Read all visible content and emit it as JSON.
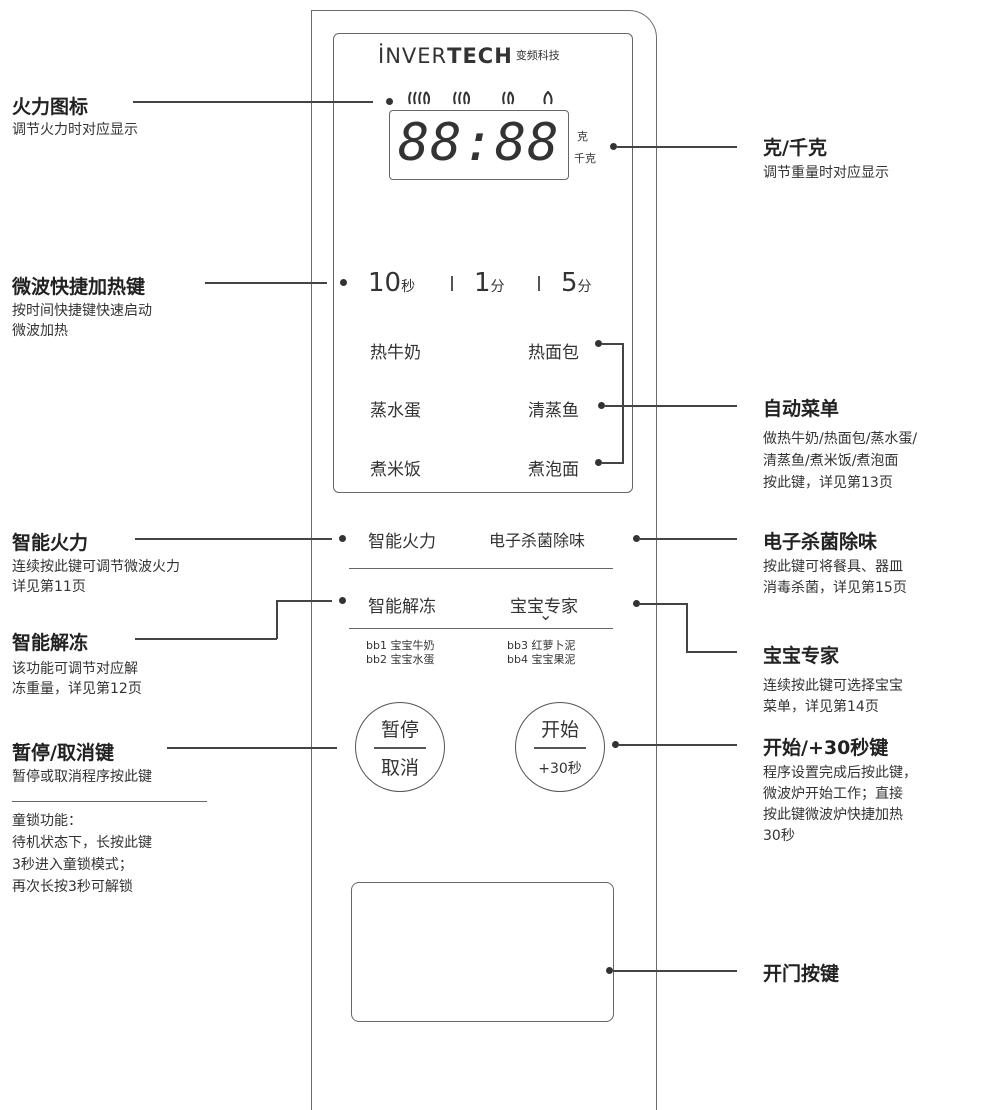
{
  "brand": {
    "prefix": "İNVER",
    "bold": "TECH",
    "cn": "变频科技"
  },
  "flames": [
    "((( ",
    "((",
    "(",
    "("
  ],
  "display": {
    "digits": "88:88",
    "unit_g": "克",
    "unit_kg": "千克"
  },
  "quick": {
    "v1": "10",
    "u1": "秒",
    "v2": "1",
    "u2": "分",
    "v3": "5",
    "u3": "分"
  },
  "menu": {
    "milk": "热牛奶",
    "bread": "热面包",
    "egg": "蒸水蛋",
    "fish": "清蒸鱼",
    "rice": "煮米饭",
    "noodle": "煮泡面"
  },
  "buttons": {
    "smart_power": "智能火力",
    "sterilize": "电子杀菌除味",
    "smart_defrost": "智能解冻",
    "baby": "宝宝专家",
    "baby_chevron": "⌄",
    "pause_top": "暂停",
    "pause_bottom": "取消",
    "start_top": "开始",
    "start_bottom": "+30秒"
  },
  "baby_items": {
    "bb1": "bb1 宝宝牛奶",
    "bb2": "bb2 宝宝水蛋",
    "bb3": "bb3 红萝卜泥",
    "bb4": "bb4 宝宝果泥"
  },
  "labels": {
    "fire_icon": {
      "title": "火力图标",
      "desc": "调节火力时对应显示"
    },
    "gram": {
      "title": "克/千克",
      "desc": "调节重量时对应显示"
    },
    "quick_heat": {
      "title": "微波快捷加热键",
      "desc1": "按时间快捷键快速启动",
      "desc2": "微波加热"
    },
    "auto_menu": {
      "title": "自动菜单",
      "desc1": "做热牛奶/热面包/蒸水蛋/",
      "desc2": "清蒸鱼/煮米饭/煮泡面",
      "desc3": "按此键，详见第13页"
    },
    "smart_power": {
      "title": "智能火力",
      "desc1": "连续按此键可调节微波火力",
      "desc2": "详见第11页"
    },
    "sterilize": {
      "title": "电子杀菌除味",
      "desc1": "按此键可将餐具、器皿",
      "desc2": "消毒杀菌，详见第15页"
    },
    "defrost": {
      "title": "智能解冻",
      "desc1": "该功能可调节对应解",
      "desc2": "冻重量，详见第12页"
    },
    "baby": {
      "title": "宝宝专家",
      "desc1": "连续按此键可选择宝宝",
      "desc2": "菜单，详见第14页"
    },
    "pause": {
      "title": "暂停/取消键",
      "desc": "暂停或取消程序按此键"
    },
    "child_lock": {
      "l1": "童锁功能：",
      "l2": "待机状态下，长按此键",
      "l3": "3秒进入童锁模式；",
      "l4": "再次长按3秒可解锁"
    },
    "start": {
      "title": "开始/+30秒键",
      "desc1": "程序设置完成后按此键，",
      "desc2": "微波炉开始工作；直接",
      "desc3": "按此键微波炉快捷加热",
      "desc4": "30秒"
    },
    "door": {
      "title": "开门按键"
    }
  }
}
